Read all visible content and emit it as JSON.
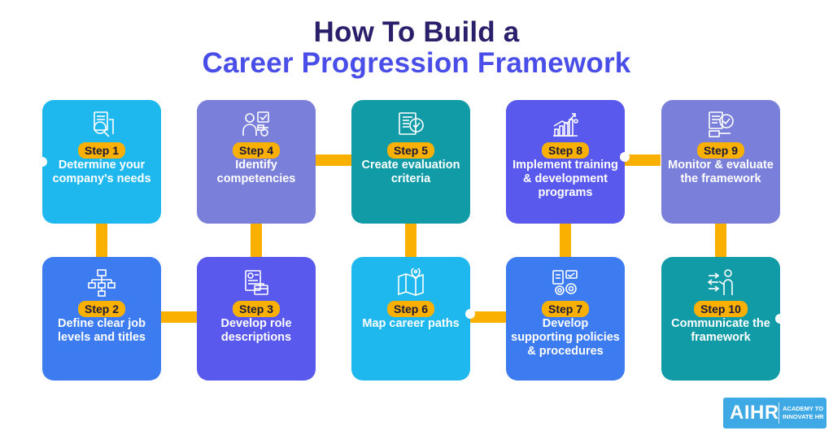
{
  "title": {
    "line1": "How To Build a",
    "line2": "Career Progression Framework"
  },
  "steps": [
    {
      "label": "Step 1",
      "text": "Determine your company's needs",
      "icon": "document-search-icon",
      "color": "#1fb8ee"
    },
    {
      "label": "Step 2",
      "text": "Define clear job levels and titles",
      "icon": "org-chart-icon",
      "color": "#3c7cf0"
    },
    {
      "label": "Step 3",
      "text": "Develop role descriptions",
      "icon": "briefcase-profile-icon",
      "color": "#5a59ee"
    },
    {
      "label": "Step 4",
      "text": "Identify competencies",
      "icon": "person-checklist-icon",
      "color": "#7a7fd9"
    },
    {
      "label": "Step 5",
      "text": "Create evaluation criteria",
      "icon": "evaluation-sheet-icon",
      "color": "#119ba7"
    },
    {
      "label": "Step 6",
      "text": "Map career paths",
      "icon": "map-pin-icon",
      "color": "#1fb8ee"
    },
    {
      "label": "Step 7",
      "text": "Develop supporting policies & procedures",
      "icon": "policy-gears-icon",
      "color": "#3c7cf0"
    },
    {
      "label": "Step 8",
      "text": "Implement training & development programs",
      "icon": "growth-chart-icon",
      "color": "#5a59ee"
    },
    {
      "label": "Step 9",
      "text": "Monitor & evaluate the framework",
      "icon": "monitor-check-icon",
      "color": "#7a7fd9"
    },
    {
      "label": "Step 10",
      "text": "Communicate the framework",
      "icon": "presenter-icon",
      "color": "#119ba7"
    }
  ],
  "colors": {
    "accent": "#f9b000",
    "title_dark": "#2a1f6b",
    "title_blue": "#4a4ee8"
  },
  "logo": {
    "brand": "AIHR",
    "tagline": "ACADEMY TO INNOVATE HR"
  }
}
